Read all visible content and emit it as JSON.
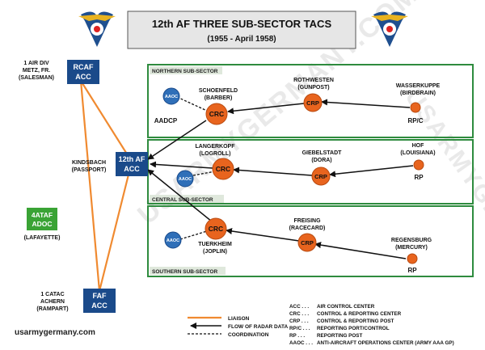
{
  "title": {
    "main": "12th AF THREE SUB-SECTOR TACS",
    "sub": "(1955 - April 1958)"
  },
  "colors": {
    "navy": "#1a4a8a",
    "orange": "#e8641e",
    "green_border": "#2e8b3e",
    "green_fill": "#3aa335",
    "sector_label_bg": "#dfe8dc",
    "aaoc_blue": "#2f6fb8",
    "liaison": "#f08a30"
  },
  "sectors": {
    "northern": "NORTHERN SUB-SECTOR",
    "central": "CENTRAL SUB-SECTOR",
    "southern": "SOUTHERN SUB-SECTOR"
  },
  "left": {
    "rcaf": {
      "box": [
        "RCAF",
        "ACC"
      ],
      "label": [
        "1 AIR DIV",
        "METZ, FR.",
        "(SALESMAN)"
      ]
    },
    "af12": {
      "box": [
        "12th AF",
        "ACC"
      ],
      "label": [
        "KINDSBACH",
        "(PASSPORT)"
      ]
    },
    "ataf": {
      "box": [
        "4ATAF",
        "ADOC"
      ],
      "label": [
        "(LAFAYETTE)"
      ]
    },
    "faf": {
      "box": [
        "FAF",
        "ACC"
      ],
      "label": [
        "1 CATAC",
        "ACHERN",
        "(RAMPART)"
      ]
    }
  },
  "nodes": {
    "north_crc": "CRC",
    "north_crp": "CRP",
    "central_crc": "CRC",
    "central_crp": "CRP",
    "south_crc": "CRC",
    "south_crp": "CRP",
    "aaoc": "AAOC"
  },
  "labels": {
    "schoenfeld": [
      "SCHOENFELD",
      "(BARBER)"
    ],
    "rothwesten": [
      "ROTHWESTEN",
      "(GUNPOST)"
    ],
    "wasserkuppe": [
      "WASSERKUPPE",
      "(BIRDBRAIN)"
    ],
    "rpc": "RP/C",
    "aadcp": "AADCP",
    "langerkopf": [
      "LANGERKOPF",
      "(LOGROLL)"
    ],
    "giebelstadt": [
      "GIEBELSTADT",
      "(DORA)"
    ],
    "hof": [
      "HOF",
      "(LOUISIANA)"
    ],
    "rp_central": "RP",
    "freising": [
      "FREISING",
      "(RACECARD)"
    ],
    "tuerkheim": [
      "TUERKHEIM",
      "(JOPLIN)"
    ],
    "regensburg": [
      "REGENSBURG",
      "(MERCURY)"
    ],
    "rp_south": "RP"
  },
  "legend_lines": [
    {
      "label": "LIAISON",
      "style": "liaison"
    },
    {
      "label": "FLOW OF RADAR DATA",
      "style": "flow"
    },
    {
      "label": "COORDINATION",
      "style": "dashed"
    }
  ],
  "abbreviations": [
    {
      "abbr": "ACC . . .",
      "def": "AIR CONTROL CENTER"
    },
    {
      "abbr": "CRC . . .",
      "def": "CONTROL & REPORTING CENTER"
    },
    {
      "abbr": "CRP . . .",
      "def": "CONTROL & REPORTING POST"
    },
    {
      "abbr": "RP/C . . .",
      "def": "REPORTING PORT/CONTROL"
    },
    {
      "abbr": "RP . . .",
      "def": "REPORTING POST"
    },
    {
      "abbr": "AAOC . . .",
      "def": "ANTI-AIRCRAFT OPERATIONS CENTER  (ARMY AAA GP)"
    }
  ],
  "footer": "usarmygermany.com",
  "watermark": "USARMYGERMANY.COM"
}
